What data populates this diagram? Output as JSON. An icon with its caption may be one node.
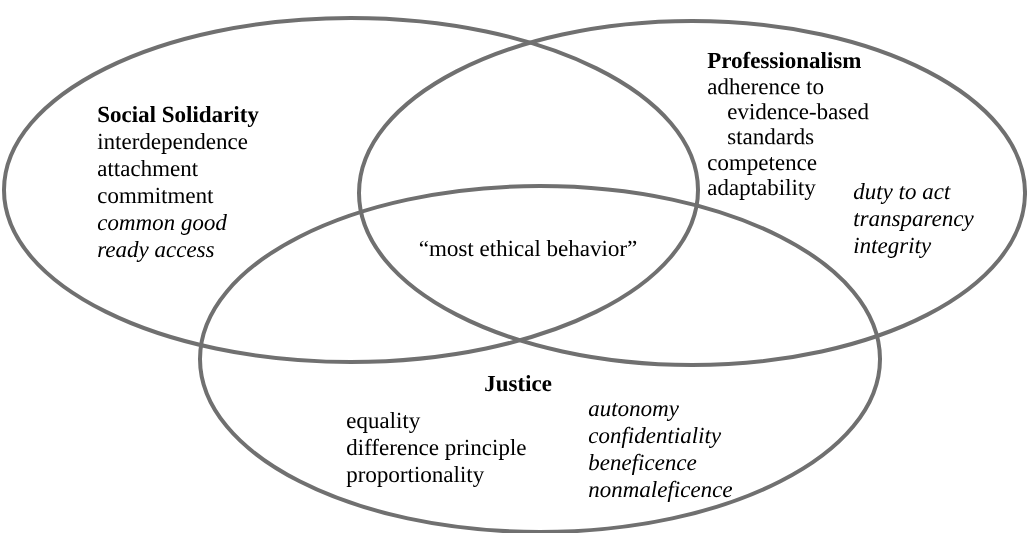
{
  "diagram": {
    "nodes": [
      {
        "text": [
          "Social Solidarity",
          "interdependence",
          "attachment",
          "commitment",
          "common good",
          "ready access"
        ]
      },
      {
        "text": [
          "Professionalism",
          "adherence to evidence-based standards",
          "competence",
          "adaptability",
          "duty to act",
          "transparency",
          "integrity"
        ]
      },
      {
        "text": [
          "Justice",
          "equality",
          "difference principle",
          "proportionality",
          "autonomy",
          "confidentiality",
          "beneficence",
          "nonmaleficence"
        ]
      }
    ],
    "labels": [
      "“most ethical behavior”"
    ]
  }
}
